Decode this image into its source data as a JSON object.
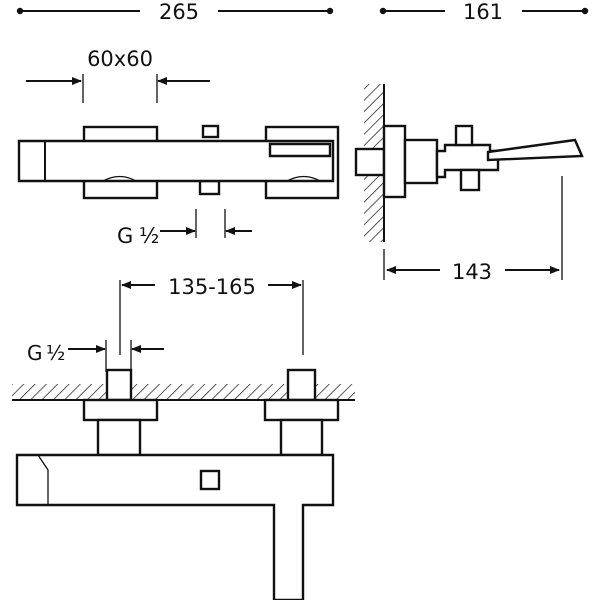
{
  "dimensions": {
    "overall_width": "265",
    "overall_depth": "161",
    "escutcheon_size": "60x60",
    "thread_top": "G",
    "thread_bottom": "G",
    "fraction": "½",
    "spout_projection": "143",
    "center_distance": "135-165"
  }
}
